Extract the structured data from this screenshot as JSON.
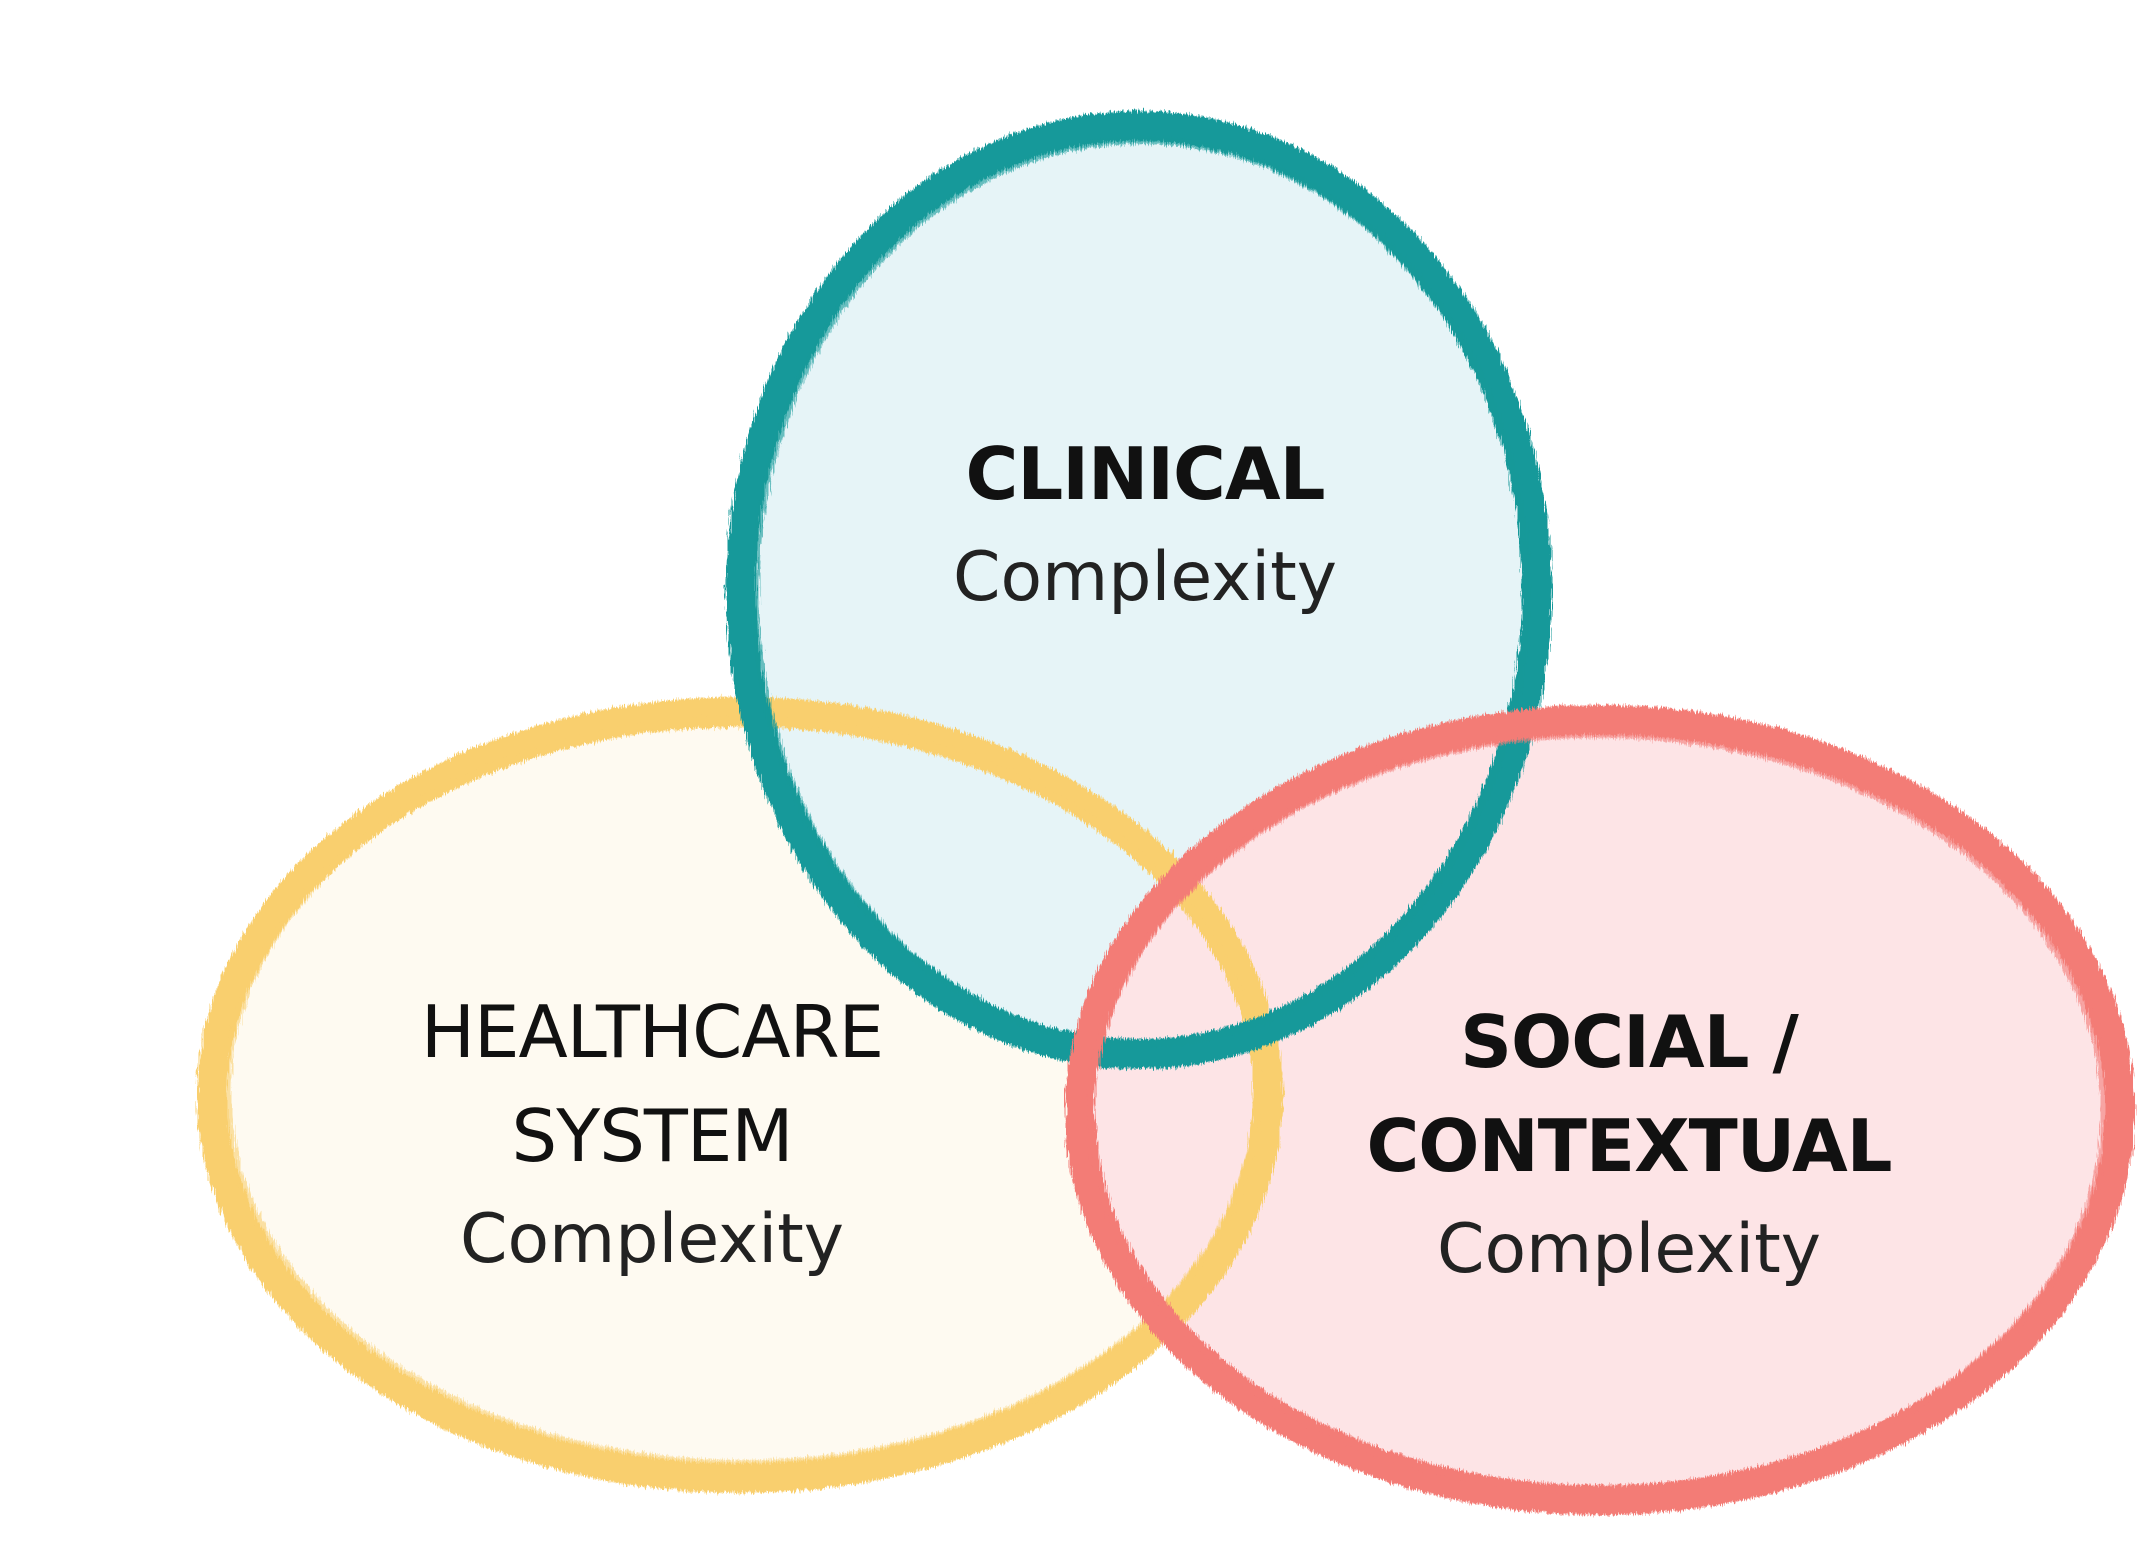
{
  "diagram": {
    "type": "venn",
    "colors": {
      "clinical_stroke": "#16999a",
      "clinical_fill": "#e6f4f7",
      "healthcare_stroke": "#f9cf6e",
      "healthcare_fill": "#fefaf1",
      "social_stroke": "#f37b76",
      "social_fill": "#fde4e6"
    },
    "sets": [
      {
        "id": "clinical",
        "title": "CLINICAL",
        "subtitle": "Complexity"
      },
      {
        "id": "healthcare",
        "title_lines": [
          "HEALTHCARE",
          "SYSTEM"
        ],
        "subtitle": "Complexity"
      },
      {
        "id": "social",
        "title_lines": [
          "SOCIAL /",
          "CONTEXTUAL"
        ],
        "subtitle": "Complexity"
      }
    ]
  }
}
